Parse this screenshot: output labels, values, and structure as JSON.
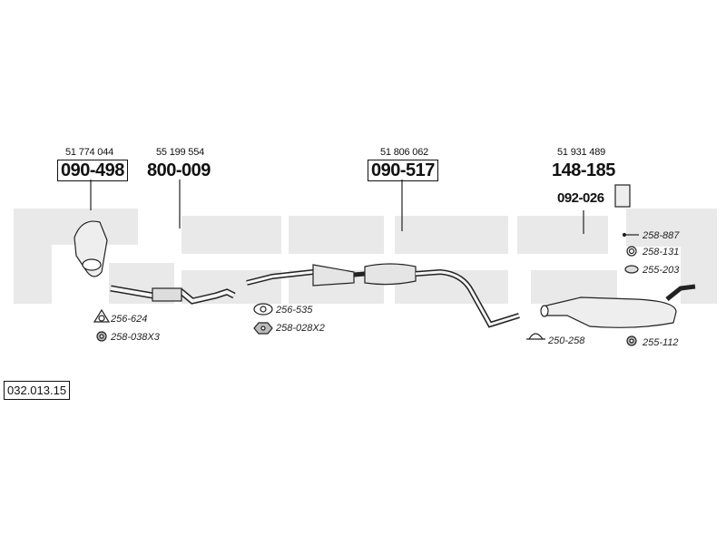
{
  "diagram_code": "032.013.15",
  "parts": [
    {
      "ref": "51 774 044",
      "number": "090-498",
      "boxed": true
    },
    {
      "ref": "55 199 554",
      "number": "800-009",
      "boxed": false
    },
    {
      "ref": "51 806 062",
      "number": "090-517",
      "boxed": true
    },
    {
      "ref": "51 931 489",
      "number": "148-185",
      "boxed": false
    }
  ],
  "bracket_part": {
    "number": "092-026"
  },
  "accessories": [
    {
      "label": "256-624",
      "icon": "gasket-icon"
    },
    {
      "label": "258-038X3",
      "icon": "nut-icon"
    },
    {
      "label": "256-535",
      "icon": "gasket-icon"
    },
    {
      "label": "258-028X2",
      "icon": "nut-icon"
    },
    {
      "label": "250-258",
      "icon": "clamp-icon"
    },
    {
      "label": "258-887",
      "icon": "bolt-icon"
    },
    {
      "label": "258-131",
      "icon": "ring-icon"
    },
    {
      "label": "255-203",
      "icon": "rubber-mount-icon"
    },
    {
      "label": "255-112",
      "icon": "rubber-ring-icon"
    }
  ],
  "colors": {
    "watermark": "#e9e9e9",
    "line": "#222222",
    "part_fill": "#eeeeee"
  }
}
